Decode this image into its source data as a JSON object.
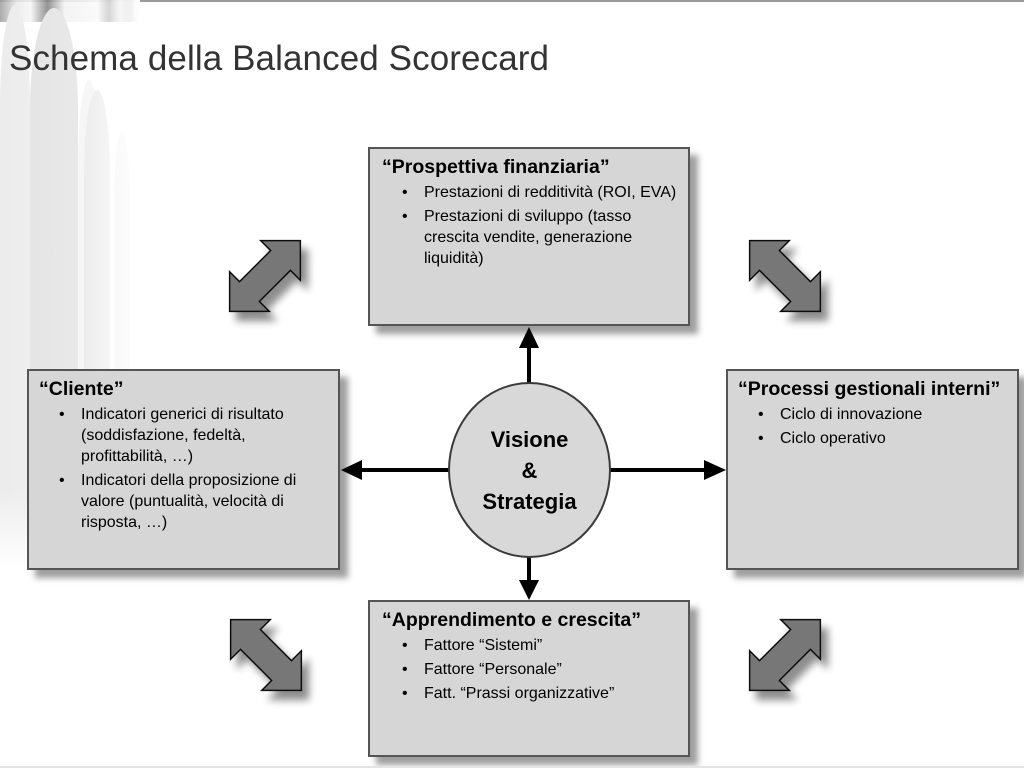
{
  "slide": {
    "title": "Schema della Balanced Scorecard"
  },
  "center": {
    "line1": "Visione",
    "line2": "&",
    "line3": "Strategia"
  },
  "perspectives": {
    "financial": {
      "heading": "“Prospettiva finanziaria”",
      "items": [
        "Prestazioni di redditività (ROI, EVA)",
        "Prestazioni di sviluppo (tasso crescita vendite, generazione liquidità)"
      ]
    },
    "customer": {
      "heading": "“Cliente”",
      "items": [
        "Indicatori generici di risultato (soddisfazione, fedeltà, profittabilità, …)",
        "Indicatori della proposizione di valore (puntualità, velocità di risposta, …)"
      ]
    },
    "internal": {
      "heading": "“Processi gestionali interni”",
      "items": [
        "Ciclo di innovazione",
        "Ciclo operativo"
      ]
    },
    "learning": {
      "heading": "“Apprendimento e crescita”",
      "items": [
        "Fattore “Sistemi”",
        "Fattore “Personale”",
        "Fatt. “Prassi organizzative”"
      ]
    }
  },
  "bullet_glyph": "•",
  "colors": {
    "box_fill": "#d6d6d6",
    "box_border": "#555555",
    "cycle_arrow_fill": "#777777",
    "connector": "#000000"
  }
}
